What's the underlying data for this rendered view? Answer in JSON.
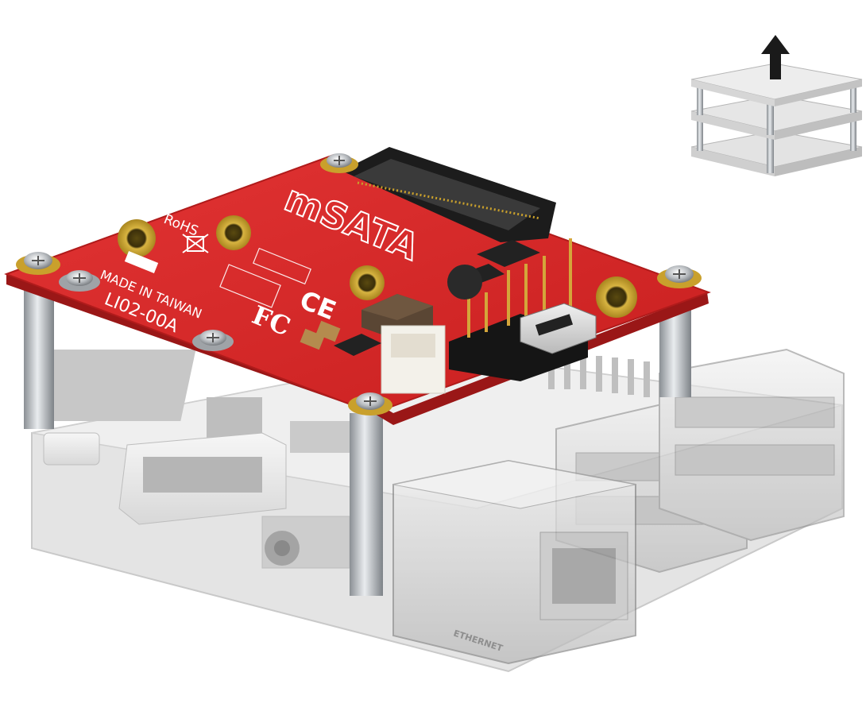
{
  "board": {
    "name": "mSATA",
    "rohs": "RoHS",
    "made_in": "MADE IN TAIWAN",
    "model": "LI02-00A",
    "ce": "CE",
    "fcc": "FC"
  },
  "base": {
    "ethernet": "ETHERNET"
  },
  "icons": {
    "stack": "stacked-boards-icon",
    "arrow": "arrow-up-icon"
  },
  "colors": {
    "pcb_red": "#d82a2a",
    "pcb_edge": "#9a1717",
    "gold": "#c9a02c",
    "base_gray": "#d9d9d9"
  }
}
